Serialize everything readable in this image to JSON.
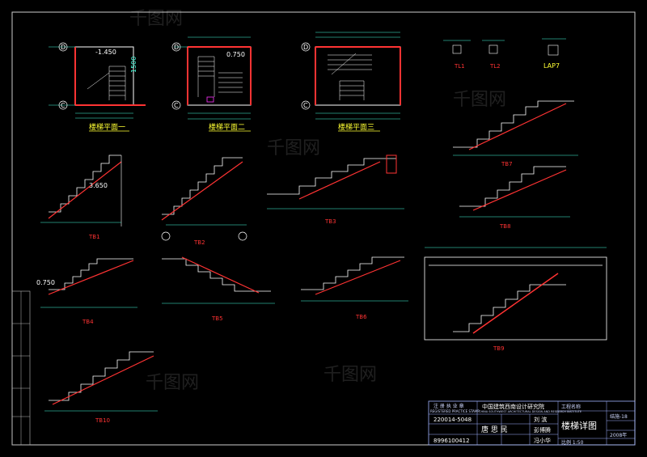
{
  "plans": [
    {
      "title": "楼梯平面一",
      "grid_top": "D",
      "grid_bottom": "C"
    },
    {
      "title": "楼梯平面二",
      "grid_top": "D",
      "grid_bottom": "C"
    },
    {
      "title": "楼梯平面三",
      "grid_top": "D",
      "grid_bottom": "C"
    }
  ],
  "sections": [
    "TB1",
    "TB2",
    "TB3",
    "TB4",
    "TB5",
    "TB6",
    "TB7",
    "TB8",
    "TB9",
    "TB10"
  ],
  "title_block": {
    "stamp_name": "注 册 执 业 章",
    "stamp_name_en": "REGISTERED PRACTICE STAMP",
    "engineer_name": "唐 思 民",
    "cert_no": "220014-5048",
    "reg_no": "8996100412",
    "institute": "中国建筑西南设计研究院",
    "institute_en": "CHINA SOUTHWEST ARCHITECTURAL DESIGN AND RESEARCH INSTITUTE",
    "reviewer": "刘 滨",
    "designer": "彭博腾",
    "drawer": "冯小华",
    "drawing_title": "楼梯详图",
    "project_label": "工程名称",
    "sheet_no": "结施-18",
    "date": "2008年",
    "scale_note": "比例 1:50"
  },
  "watermarks": [
    "千图网",
    "千图网",
    "千图网",
    "千图网",
    "千图网"
  ]
}
